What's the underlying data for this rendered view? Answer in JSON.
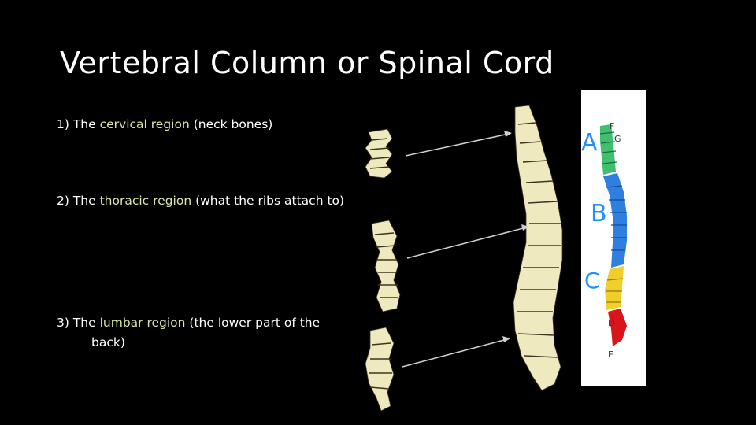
{
  "slide": {
    "title": "Vertebral Column or Spinal Cord",
    "items": [
      {
        "prefix": "1) The ",
        "highlight": "cervical region",
        "suffix": " (neck bones)",
        "continuation": ""
      },
      {
        "prefix": "2) The ",
        "highlight": "thoracic region",
        "suffix": " (what the ribs attach to)",
        "continuation": ""
      },
      {
        "prefix": "3) The ",
        "highlight": "lumbar region",
        "suffix": " (the lower part of the",
        "continuation": "back)"
      }
    ],
    "highlight_color": "#d8e7a8"
  },
  "diagram": {
    "region_labels": {
      "a": "A",
      "b": "B",
      "c": "C",
      "d": "D",
      "e": "E",
      "f": "F",
      "g": "G"
    },
    "region_colors": {
      "cervical": "#3fbf6f",
      "thoracic": "#2f7fe0",
      "lumbar": "#f0cf2a",
      "sacral": "#d9141b"
    },
    "label_color": "#1e90ff"
  }
}
